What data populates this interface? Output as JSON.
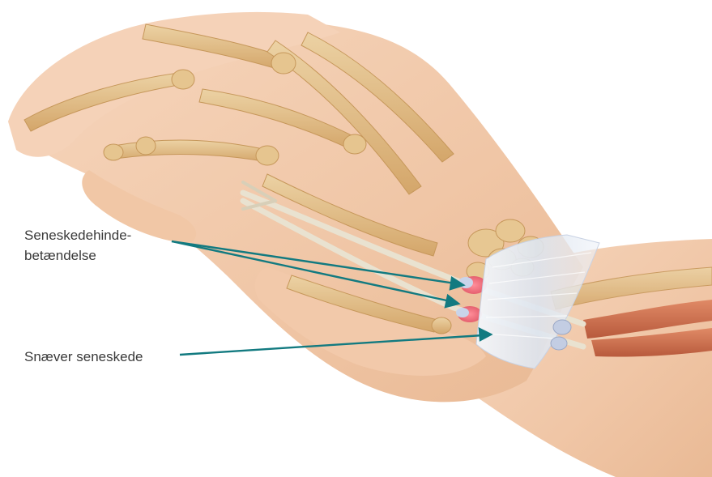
{
  "labels": {
    "inflammation_line1": "Seneskedehinde-",
    "inflammation_line2": "betændelse",
    "narrow_sheath": "Snæver seneskede"
  },
  "colors": {
    "skin": "#f3cdb1",
    "skin_shadow": "#e4b08e",
    "bone": "#e3c08a",
    "bone_shadow": "#c99a5c",
    "tendon": "#ede6d6",
    "muscle": "#cf6e4c",
    "sheath": "#dfe6f2",
    "inflamed": "#f07a8a",
    "arrow": "#127a80",
    "label_text": "#3a3a3a"
  }
}
